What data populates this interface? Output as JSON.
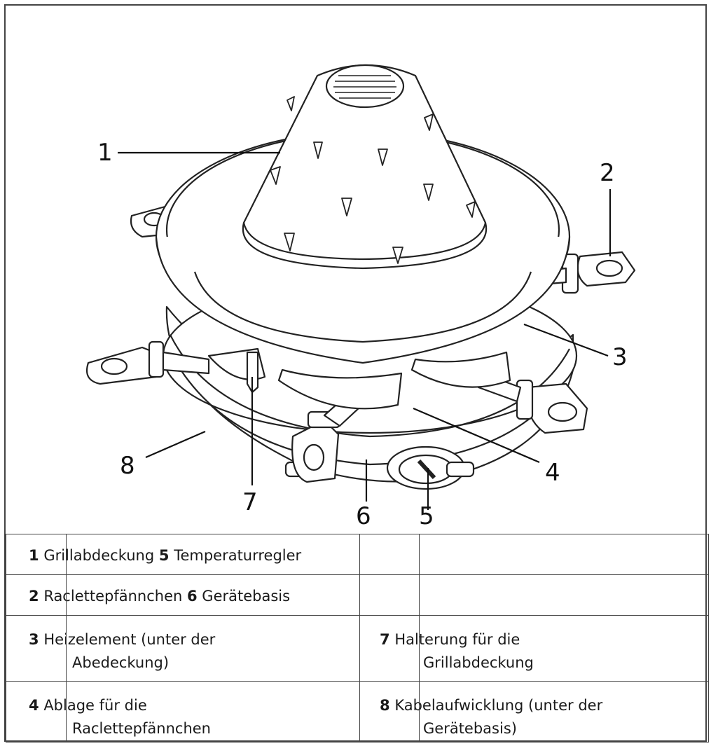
{
  "callouts": {
    "c1": "1",
    "c2": "2",
    "c3": "3",
    "c4": "4",
    "c5": "5",
    "c6": "6",
    "c7": "7",
    "c8": "8"
  },
  "legend": {
    "row1": {
      "num_a": "1",
      "text_a": "Grillabdeckung",
      "num_b": "5",
      "text_b": "Temperaturregler"
    },
    "row2": {
      "num_a": "2",
      "text_a": "Raclettepfännchen",
      "num_b": "6",
      "text_b": "Gerätebasis"
    },
    "row3": {
      "left_num": "3",
      "left_line1": "Heizelement (unter der",
      "left_line2": "Abedeckung)",
      "right_num": "7",
      "right_line1": "Halterung für die",
      "right_line2": "Grillabdeckung"
    },
    "row4": {
      "left_num": "4",
      "left_line1": "Ablage für die",
      "left_line2": "Raclettepfännchen",
      "right_num": "8",
      "right_line1": "Kabelaufwicklung (unter der",
      "right_line2": "Gerätebasis)"
    }
  }
}
